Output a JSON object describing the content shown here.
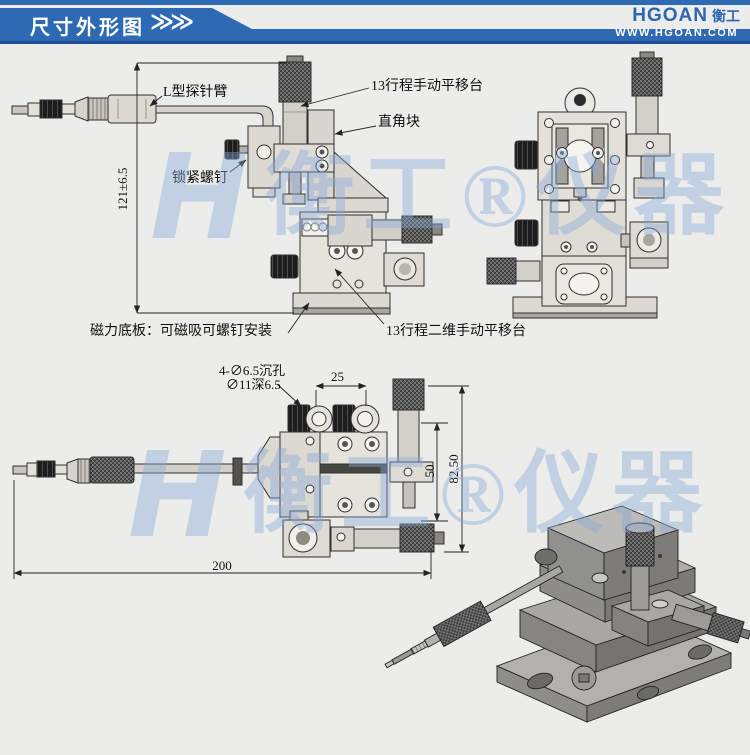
{
  "header": {
    "title": "尺寸外形图",
    "chevrons": "≫≫",
    "logo": {
      "name": "HGOAN",
      "cn": "衡工",
      "url": "WWW.HGOAN.COM"
    }
  },
  "colors": {
    "header_blue": "#2e6ab4",
    "header_dark_blue": "#1c4c94",
    "background": "#ececea",
    "watermark_blue": "#88aad8",
    "line_color": "#2f2f2f"
  },
  "watermark": {
    "mark": "H",
    "text": "衡工®仪器"
  },
  "side_view": {
    "labels": {
      "probe_arm": "L型探针臂",
      "stage_13": "13行程手动平移台",
      "angle_block": "直角块",
      "lock_screw": "锁紧螺钉",
      "base_plate": "磁力底板：可磁吸可螺钉安装",
      "stage_2d": "13行程二维手动平移台"
    },
    "dimensions": {
      "height": "121±6.5"
    }
  },
  "top_view": {
    "callout": {
      "line1": "4-∅6.5沉孔",
      "line2": "∅11深6.5"
    },
    "dimensions": {
      "width_25": "25",
      "depth_50": "50",
      "overall_depth": "82.50",
      "length_200": "200"
    }
  }
}
